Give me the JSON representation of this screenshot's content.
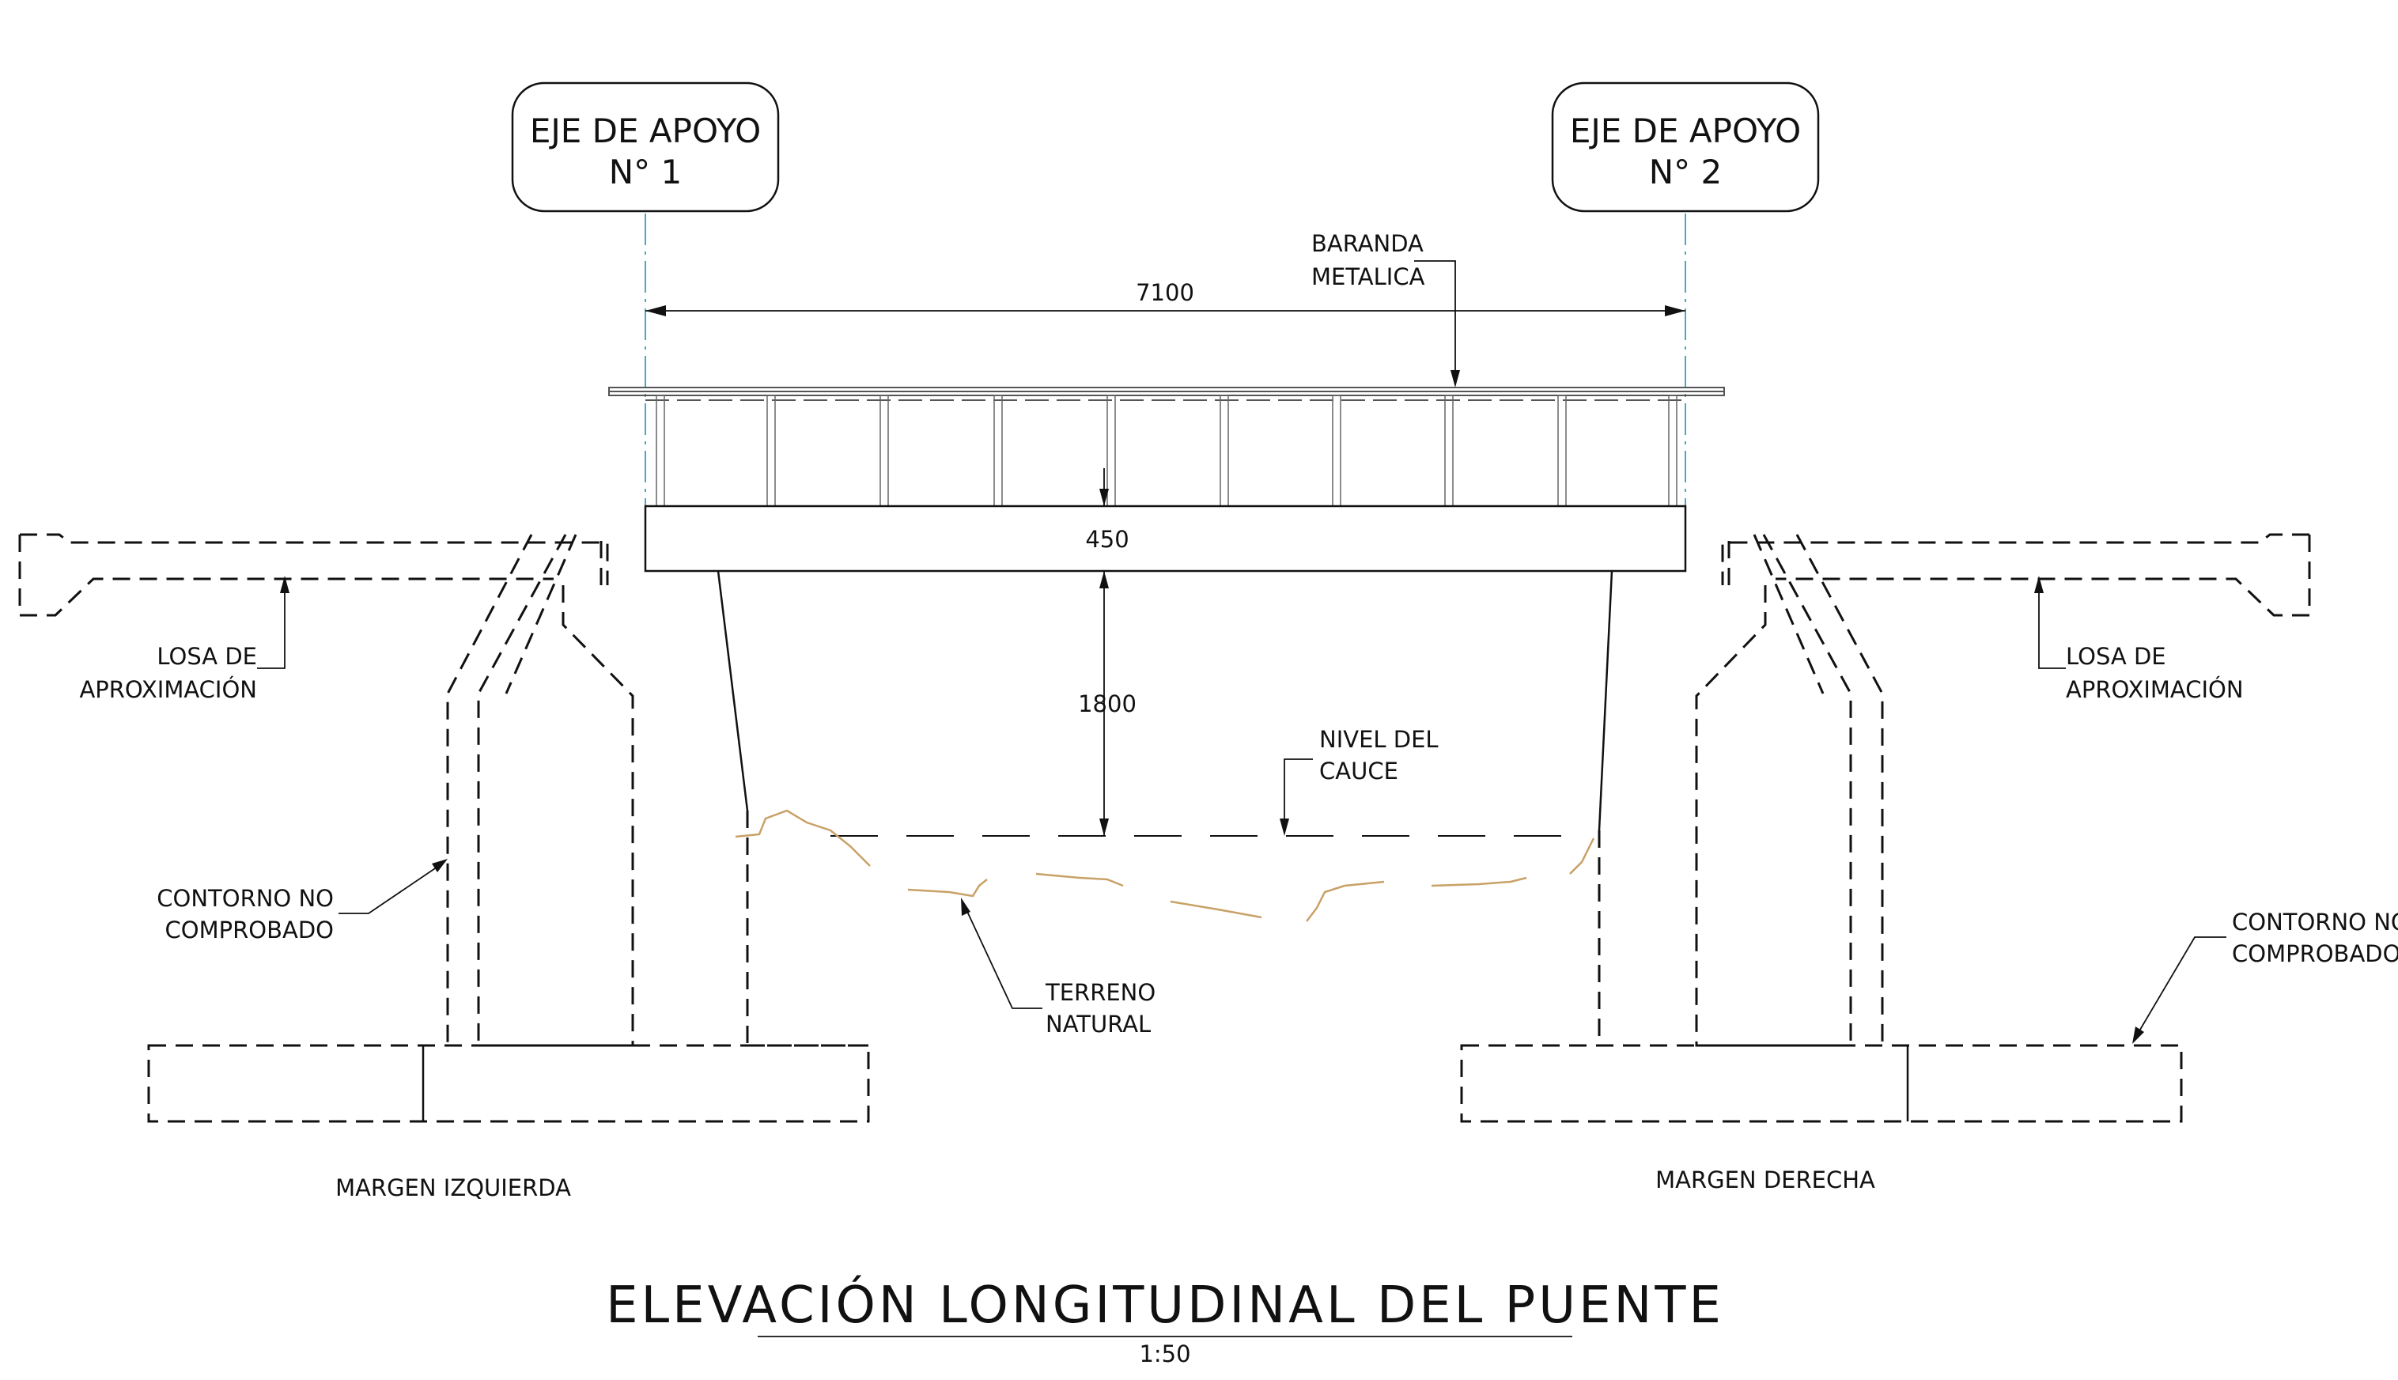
{
  "support_axes": [
    {
      "line1": "EJE DE APOYO",
      "line2": "N° 1"
    },
    {
      "line1": "EJE DE APOYO",
      "line2": "N° 2"
    }
  ],
  "dimensions": {
    "span": "7100",
    "deck_thickness": "450",
    "clearance": "1800"
  },
  "labels": {
    "railing": {
      "line1": "BARANDA",
      "line2": "METALICA"
    },
    "approach_slab_left": {
      "line1": "LOSA DE",
      "line2": "APROXIMACIÓN"
    },
    "approach_slab_right": {
      "line1": "LOSA DE",
      "line2": "APROXIMACIÓN"
    },
    "channel_level": {
      "line1": "NIVEL DEL",
      "line2": "CAUCE"
    },
    "unverified_left": {
      "line1": "CONTORNO NO",
      "line2": "COMPROBADO"
    },
    "unverified_right": {
      "line1": "CONTORNO NO",
      "line2": "COMPROBADO"
    },
    "natural_ground": {
      "line1": "TERRENO",
      "line2": "NATURAL"
    },
    "left_bank": "MARGEN IZQUIERDA",
    "right_bank": "MARGEN DERECHA"
  },
  "title": "ELEVACIÓN LONGITUDINAL DEL PUENTE",
  "scale": "1:50",
  "colors": {
    "line": "#111111",
    "axis_line": "#4aa8c0",
    "terrain": "#c8a167",
    "background": "#ffffff"
  }
}
